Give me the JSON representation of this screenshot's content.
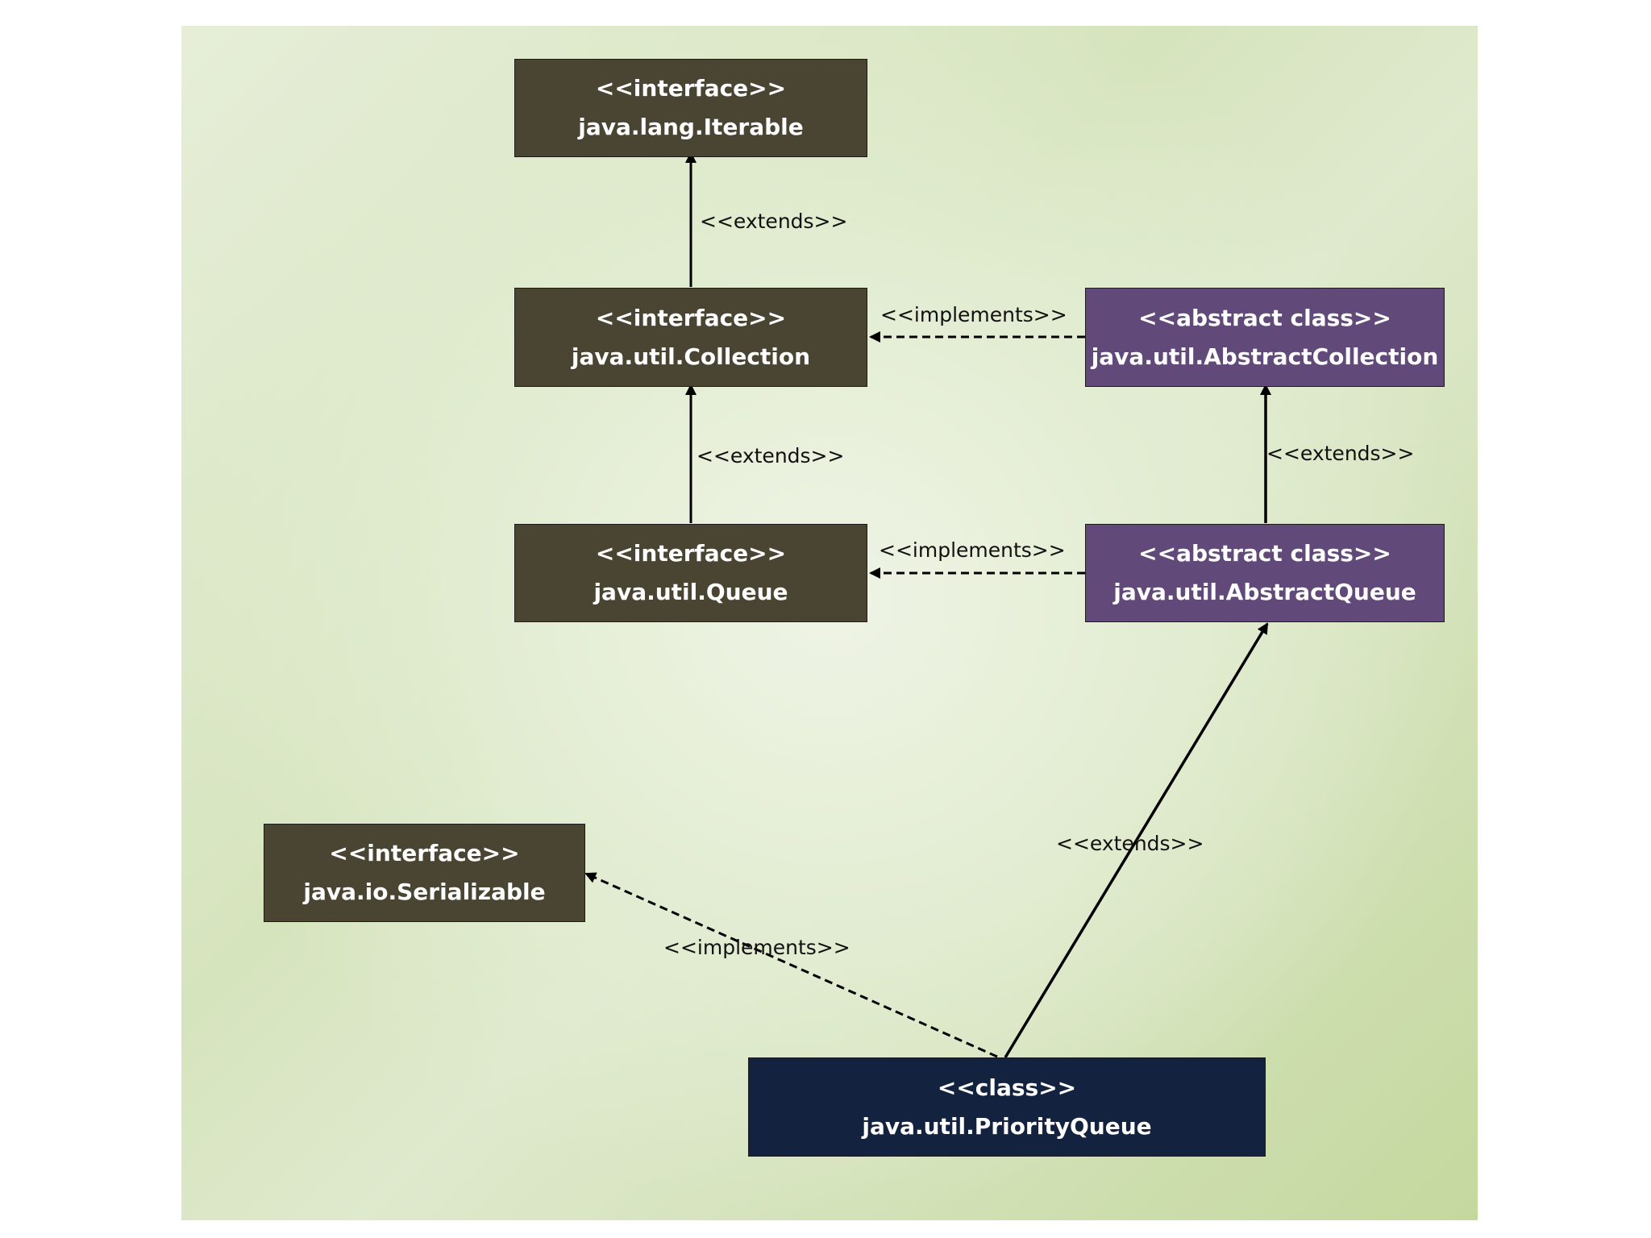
{
  "nodes": {
    "iterable": {
      "stereotype": "<<interface>>",
      "name": "java.lang.Iterable"
    },
    "collection": {
      "stereotype": "<<interface>>",
      "name": "java.util.Collection"
    },
    "queue": {
      "stereotype": "<<interface>>",
      "name": "java.util.Queue"
    },
    "serializable": {
      "stereotype": "<<interface>>",
      "name": "java.io.Serializable"
    },
    "abstract_collection": {
      "stereotype": "<<abstract class>>",
      "name": "java.util.AbstractCollection"
    },
    "abstract_queue": {
      "stereotype": "<<abstract class>>",
      "name": "java.util.AbstractQueue"
    },
    "priority_queue": {
      "stereotype": "<<class>>",
      "name": "java.util.PriorityQueue"
    }
  },
  "edges": {
    "collection_to_iterable": {
      "label": "<<extends>>"
    },
    "queue_to_collection": {
      "label": "<<extends>>"
    },
    "abstract_collection_to_collection": {
      "label": "<<implements>>"
    },
    "abstract_queue_to_queue": {
      "label": "<<implements>>"
    },
    "abstract_queue_to_abstract_collection": {
      "label": "<<extends>>"
    },
    "priority_queue_to_abstract_queue": {
      "label": "<<extends>>"
    },
    "priority_queue_to_serializable": {
      "label": "<<implements>>"
    }
  },
  "colors": {
    "interface_fill": "#4a4432",
    "abstract_fill": "#614a7a",
    "class_fill": "#13233f",
    "text": "#ffffff"
  }
}
